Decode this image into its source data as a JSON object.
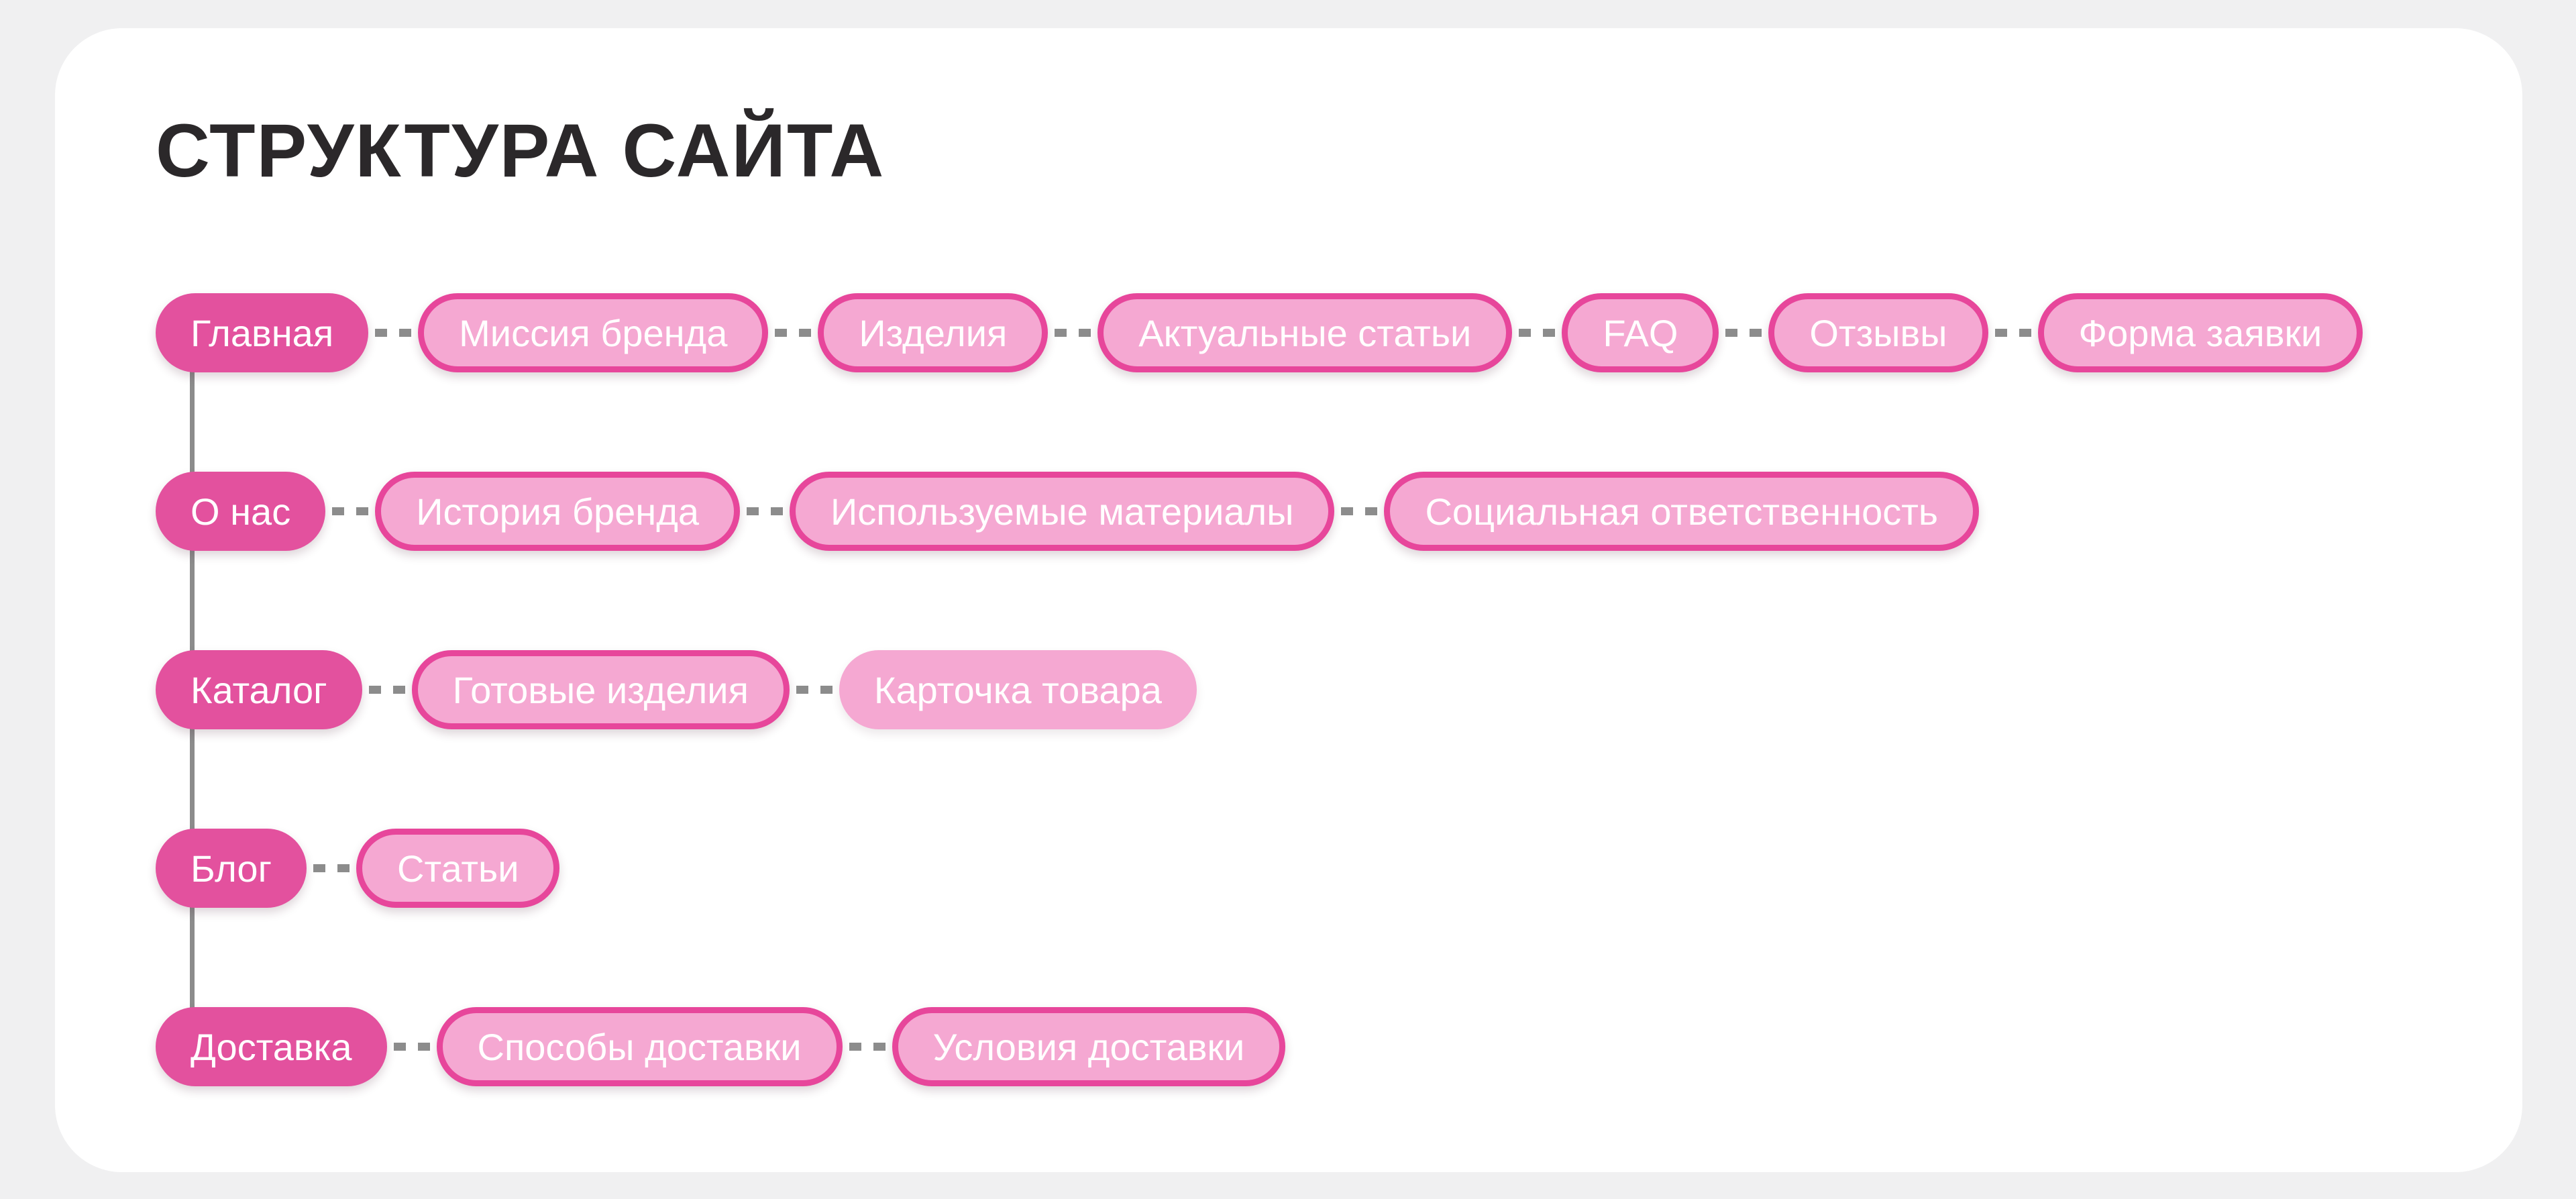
{
  "title": "СТРУКТУРА САЙТА",
  "colors": {
    "page_background": "#F0F0F1",
    "card_background": "#FFFFFF",
    "node_primary": "#E3519E",
    "node_border": "#E7469B",
    "node_light_fill": "#F5A8D2",
    "node_text": "#FFFFFF",
    "connector_gray": "#8C8C8C",
    "title_color": "#2B282A"
  },
  "tree": {
    "rows": [
      {
        "root": {
          "label": "Главная"
        },
        "children": [
          {
            "label": "Миссия бренда",
            "style": "outlined"
          },
          {
            "label": "Изделия",
            "style": "outlined"
          },
          {
            "label": "Актуальные статьи",
            "style": "outlined"
          },
          {
            "label": "FAQ",
            "style": "outlined"
          },
          {
            "label": "Отзывы",
            "style": "outlined"
          },
          {
            "label": "Форма заявки",
            "style": "outlined"
          }
        ]
      },
      {
        "root": {
          "label": "О нас"
        },
        "children": [
          {
            "label": "История бренда",
            "style": "outlined"
          },
          {
            "label": "Используемые материалы",
            "style": "outlined"
          },
          {
            "label": "Социальная ответственность",
            "style": "outlined"
          }
        ]
      },
      {
        "root": {
          "label": "Каталог"
        },
        "children": [
          {
            "label": "Готовые изделия",
            "style": "outlined"
          },
          {
            "label": "Карточка товара",
            "style": "flat"
          }
        ]
      },
      {
        "root": {
          "label": "Блог"
        },
        "children": [
          {
            "label": "Статьи",
            "style": "outlined"
          }
        ]
      },
      {
        "root": {
          "label": "Доставка"
        },
        "children": [
          {
            "label": "Способы доставки",
            "style": "outlined"
          },
          {
            "label": "Условия доставки",
            "style": "outlined"
          }
        ]
      }
    ]
  }
}
